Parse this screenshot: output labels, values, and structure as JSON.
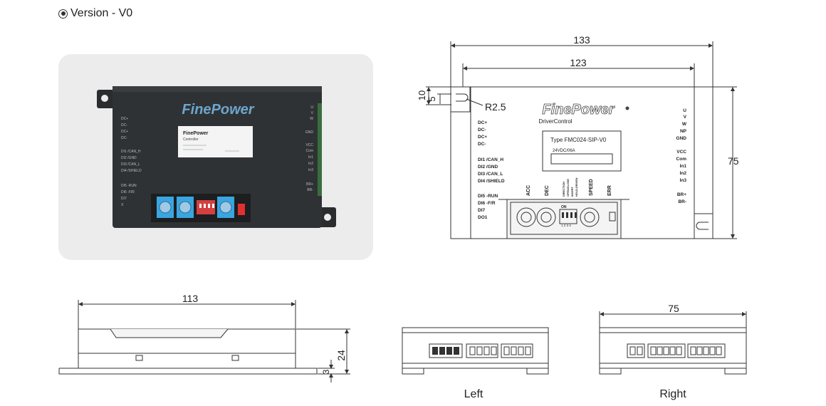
{
  "version": {
    "label": "Version - V0"
  },
  "photo": {
    "brand": "FinePower",
    "label_brand": "FinePower",
    "label_sub": "Controller",
    "left_pins": [
      "DC+",
      "DC-",
      "DC+",
      "DC-",
      "DI1 /CAN_H",
      "DI2 /GND",
      "DI3 /CAN_L",
      "DI4 /SHIELD",
      "DI5 -RUN",
      "DI6 -F/R",
      "DI7",
      "X"
    ],
    "right_pins": [
      "U",
      "V",
      "W",
      "GND",
      "VCC",
      "Com",
      "In1",
      "In2",
      "In3",
      "BR+",
      "BR-"
    ]
  },
  "drawing": {
    "dim_133": "133",
    "dim_123": "123",
    "dim_10": "10",
    "dim_5": "5",
    "radius": "R2.5",
    "dim_75_right": "75",
    "brand": "FinePower",
    "subtitle": "DriverControl",
    "type_label": "Type  FMC024-SIP-V0",
    "rating": "24VDC/06A",
    "left_pins": [
      "DC+",
      "DC-",
      "DC+",
      "DC-",
      "DI1 /CAN_H",
      "DI2 /GND",
      "DI3 /CAN_L",
      "DI4 /SHIELD",
      "DI5 -RUN",
      "DI6 -F/R",
      "DI7",
      "DO1"
    ],
    "right_pins": [
      "U",
      "V",
      "W",
      "NP",
      "GND",
      "VCC",
      "Com",
      "In1",
      "In2",
      "In3",
      "BR+",
      "BR-"
    ],
    "knob_labels": [
      "ACC",
      "DEC",
      "SPEED",
      "ERR"
    ],
    "dip_labels": [
      "DIRECTION",
      "OPEN/CLOSE",
      "INVERT",
      "HOLD-DRIVEN"
    ],
    "dip_on": "ON",
    "dip_numbers": "1 2 3 4"
  },
  "side_view": {
    "dim_width": "113",
    "dim_height": "24",
    "dim_foot": "3"
  },
  "left_view": {
    "caption": "Left"
  },
  "right_view": {
    "caption": "Right",
    "dim_width": "75"
  }
}
